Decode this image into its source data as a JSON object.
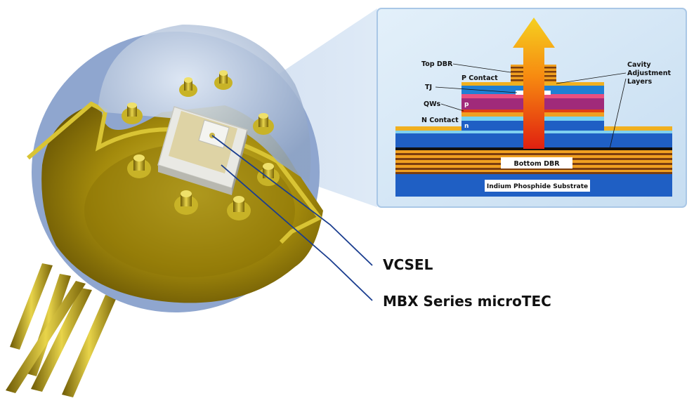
{
  "callouts": {
    "vcsel": "VCSEL",
    "microtec": "MBX Series microTEC"
  },
  "inset": {
    "labels": {
      "top_dbr": "Top DBR",
      "p_contact": "P Contact",
      "tj": "TJ",
      "qws": "QWs",
      "n_contact": "N Contact",
      "p_marker": "p",
      "n_marker": "n",
      "cavity_line1": "Cavity",
      "cavity_line2": "Adjustment",
      "cavity_line3": "Layers",
      "bottom_dbr": "Bottom DBR",
      "substrate": "Indium Phosphide Substrate"
    }
  },
  "colors": {
    "gold": "#b39a10",
    "gold_light": "#e6cf3a",
    "substrate_blue": "#1f5fc4",
    "panel_bg": "#cfe4f5",
    "dbr_orange": "#f0a020",
    "leader_blue": "#1a3d8f"
  }
}
